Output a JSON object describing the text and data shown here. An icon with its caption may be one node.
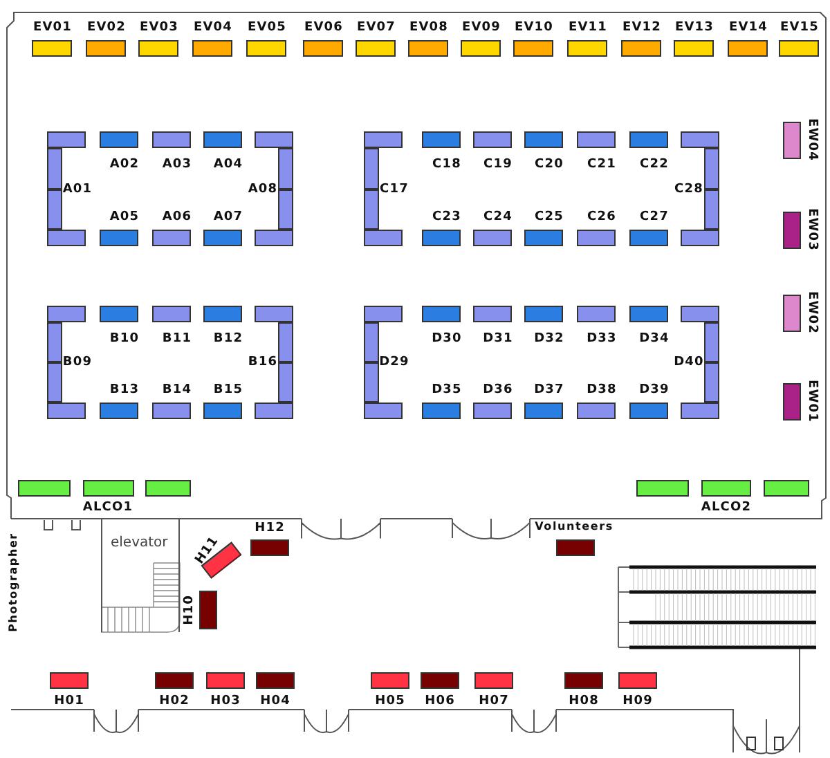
{
  "diagram": {
    "nodes": [
      {
        "text": [
          "EV01"
        ]
      },
      {
        "text": [
          "EV02"
        ]
      },
      {
        "text": [
          "EV03"
        ]
      },
      {
        "text": [
          "EV04"
        ]
      },
      {
        "text": [
          "EV05"
        ]
      },
      {
        "text": [
          "EV06"
        ]
      },
      {
        "text": [
          "EV07"
        ]
      },
      {
        "text": [
          "EV08"
        ]
      },
      {
        "text": [
          "EV09"
        ]
      },
      {
        "text": [
          "EV10"
        ]
      },
      {
        "text": [
          "EV11"
        ]
      },
      {
        "text": [
          "EV12"
        ]
      },
      {
        "text": [
          "EV13"
        ]
      },
      {
        "text": [
          "EV14"
        ]
      },
      {
        "text": [
          "EV15"
        ]
      },
      {
        "text": [],
        "shape": "box"
      },
      {
        "text": [
          "A02"
        ]
      },
      {
        "text": [
          "A03"
        ]
      },
      {
        "text": [
          "A04"
        ]
      },
      {
        "text": [],
        "shape": "box"
      },
      {
        "text": [
          "A01"
        ]
      },
      {
        "text": [
          "A08"
        ]
      },
      {
        "text": [],
        "shape": "box"
      },
      {
        "text": [
          "A05"
        ]
      },
      {
        "text": [
          "A06"
        ]
      },
      {
        "text": [
          "A07"
        ]
      },
      {
        "text": [],
        "shape": "box"
      },
      {
        "text": [],
        "shape": "box"
      },
      {
        "text": [
          "C18"
        ]
      },
      {
        "text": [
          "C19"
        ]
      },
      {
        "text": [
          "C20"
        ]
      },
      {
        "text": [
          "C21"
        ]
      },
      {
        "text": [
          "C22"
        ]
      },
      {
        "text": [],
        "shape": "box"
      },
      {
        "text": [
          "C17"
        ]
      },
      {
        "text": [
          "C28"
        ]
      },
      {
        "text": [],
        "shape": "box"
      },
      {
        "text": [
          "C23"
        ]
      },
      {
        "text": [
          "C24"
        ]
      },
      {
        "text": [
          "C25"
        ]
      },
      {
        "text": [
          "C26"
        ]
      },
      {
        "text": [
          "C27"
        ]
      },
      {
        "text": [],
        "shape": "box"
      },
      {
        "text": [
          "EW04"
        ]
      },
      {
        "text": [
          "EW03"
        ]
      },
      {
        "text": [],
        "shape": "box"
      },
      {
        "text": [
          "B10"
        ]
      },
      {
        "text": [
          "B11"
        ]
      },
      {
        "text": [
          "B12"
        ]
      },
      {
        "text": [],
        "shape": "box"
      },
      {
        "text": [
          "B09"
        ]
      },
      {
        "text": [
          "B16"
        ]
      },
      {
        "text": [],
        "shape": "box"
      },
      {
        "text": [
          "B13"
        ]
      },
      {
        "text": [
          "B14"
        ]
      },
      {
        "text": [
          "B15"
        ]
      },
      {
        "text": [],
        "shape": "box"
      },
      {
        "text": [],
        "shape": "box"
      },
      {
        "text": [
          "D30"
        ]
      },
      {
        "text": [
          "D31"
        ]
      },
      {
        "text": [
          "D32"
        ]
      },
      {
        "text": [
          "D33"
        ]
      },
      {
        "text": [
          "D34"
        ]
      },
      {
        "text": [],
        "shape": "box"
      },
      {
        "text": [
          "D29"
        ]
      },
      {
        "text": [
          "D40"
        ]
      },
      {
        "text": [],
        "shape": "box"
      },
      {
        "text": [
          "D35"
        ]
      },
      {
        "text": [
          "D36"
        ]
      },
      {
        "text": [
          "D37"
        ]
      },
      {
        "text": [
          "D38"
        ]
      },
      {
        "text": [
          "D39"
        ]
      },
      {
        "text": [],
        "shape": "box"
      },
      {
        "text": [
          "EW02"
        ]
      },
      {
        "text": [
          "EW01"
        ]
      },
      {
        "text": [],
        "shape": "box"
      },
      {
        "text": [
          "ALCO1"
        ]
      },
      {
        "text": [],
        "shape": "box"
      },
      {
        "text": [],
        "shape": "box"
      },
      {
        "text": [
          "ALCO2"
        ]
      },
      {
        "text": [],
        "shape": "box"
      },
      {
        "text": [
          "elevator"
        ]
      },
      {
        "text": [
          "H11"
        ]
      },
      {
        "text": [
          "H12"
        ]
      },
      {
        "text": [
          "Volunteers"
        ]
      },
      {
        "text": [
          "H10"
        ]
      },
      {
        "text": [
          "H01"
        ]
      },
      {
        "text": [
          "H02"
        ]
      },
      {
        "text": [
          "H03"
        ]
      },
      {
        "text": [
          "H04"
        ]
      },
      {
        "text": [
          "H05"
        ]
      },
      {
        "text": [
          "H06"
        ]
      },
      {
        "text": [
          "H07"
        ]
      },
      {
        "text": [
          "H08"
        ]
      },
      {
        "text": [
          "H09"
        ]
      }
    ],
    "labels": [
      "Photographer"
    ]
  }
}
